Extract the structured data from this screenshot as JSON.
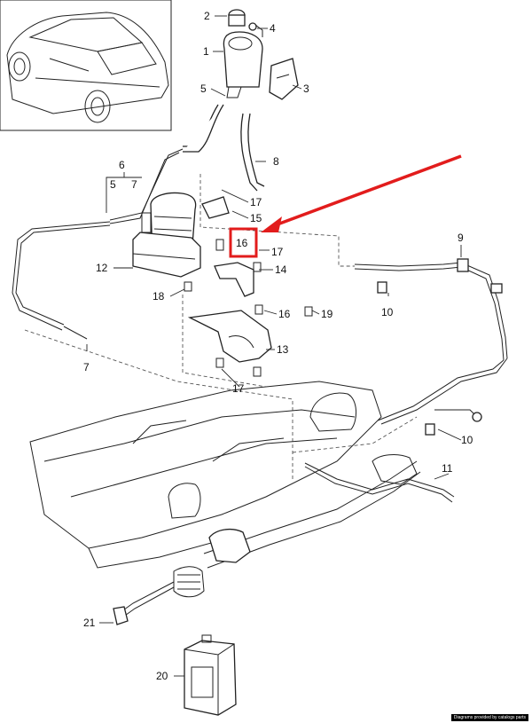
{
  "callouts": [
    {
      "id": "c1",
      "text": "1"
    },
    {
      "id": "c2",
      "text": "2"
    },
    {
      "id": "c3",
      "text": "3"
    },
    {
      "id": "c4",
      "text": "4"
    },
    {
      "id": "c5",
      "text": "5"
    },
    {
      "id": "c6",
      "text": "6"
    },
    {
      "id": "c6a",
      "text": "5"
    },
    {
      "id": "c6b",
      "text": "7"
    },
    {
      "id": "c7",
      "text": "7"
    },
    {
      "id": "c8",
      "text": "8"
    },
    {
      "id": "c9",
      "text": "9"
    },
    {
      "id": "c10a",
      "text": "10"
    },
    {
      "id": "c10b",
      "text": "10"
    },
    {
      "id": "c11",
      "text": "11"
    },
    {
      "id": "c12",
      "text": "12"
    },
    {
      "id": "c13",
      "text": "13"
    },
    {
      "id": "c14",
      "text": "14"
    },
    {
      "id": "c15",
      "text": "15"
    },
    {
      "id": "c16a",
      "text": "16"
    },
    {
      "id": "c16b",
      "text": "16"
    },
    {
      "id": "c17a",
      "text": "17"
    },
    {
      "id": "c17b",
      "text": "17"
    },
    {
      "id": "c17c",
      "text": "17"
    },
    {
      "id": "c18",
      "text": "18"
    },
    {
      "id": "c19",
      "text": "19"
    },
    {
      "id": "c20",
      "text": "20"
    },
    {
      "id": "c21",
      "text": "21"
    }
  ],
  "highlight": {
    "color": "#e21c1c",
    "part": "16"
  },
  "credit_text": "Diagrams provided by catalogs parts"
}
